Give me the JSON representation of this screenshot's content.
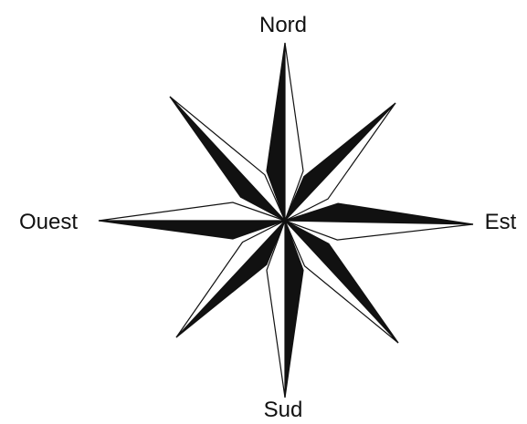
{
  "compass": {
    "north_label": "Nord",
    "south_label": "Sud",
    "east_label": "Est",
    "west_label": "Ouest"
  },
  "colors": {
    "fill_dark": "#111111",
    "fill_light": "#ffffff",
    "stroke": "#111111"
  }
}
